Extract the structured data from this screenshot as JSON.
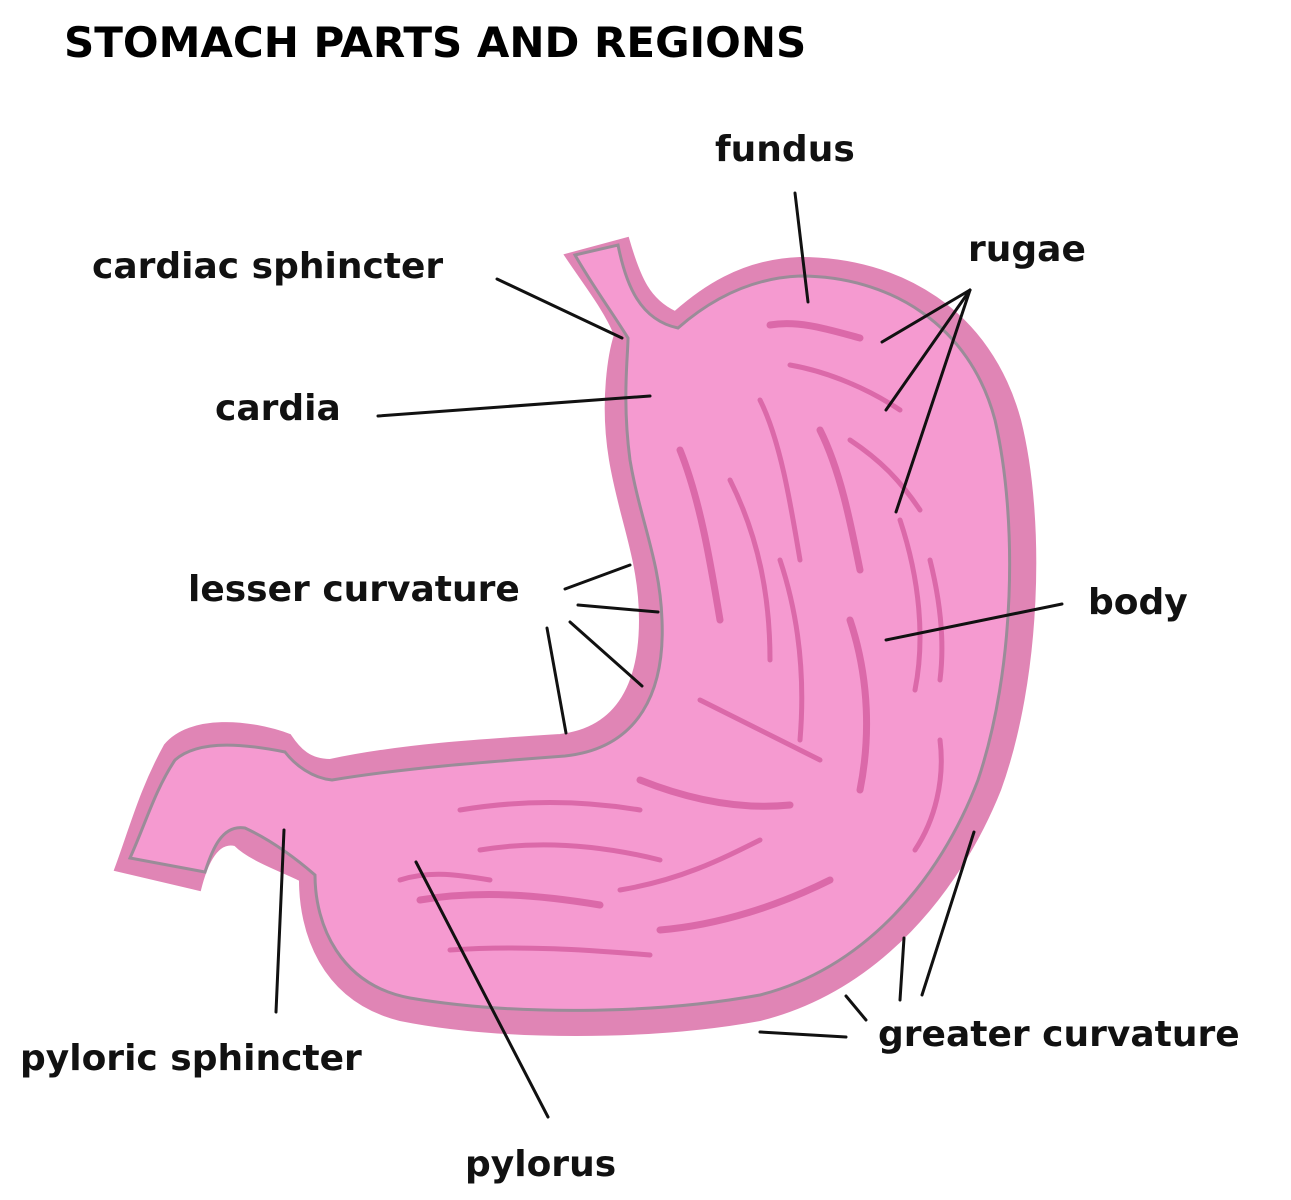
{
  "title": "STOMACH PARTS AND REGIONS",
  "colors": {
    "wall": "#e085b5",
    "lumen": "#f59ad0",
    "lining": "#9a8c98",
    "rugae": "#d45c9f",
    "leader": "#111111"
  },
  "labels": {
    "fundus": "fundus",
    "rugae": "rugae",
    "cardiac_sphincter": "cardiac sphincter",
    "cardia": "cardia",
    "lesser_curvature": "lesser curvature",
    "body": "body",
    "pyloric_sphincter": "pyloric sphincter",
    "pylorus": "pylorus",
    "greater_curvature": "greater curvature"
  }
}
